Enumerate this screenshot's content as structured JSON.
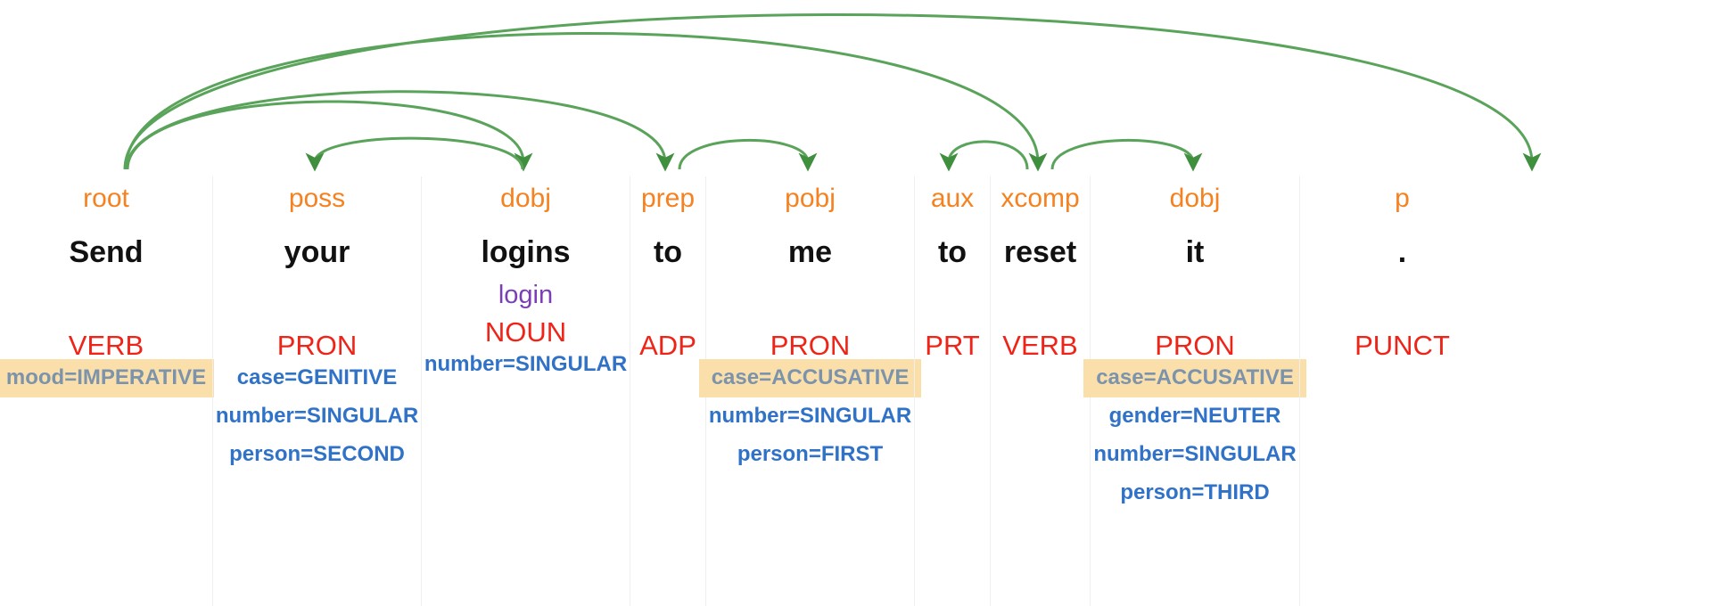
{
  "visualization": {
    "type": "dependency-parse-tree",
    "sentence": "Send your logins to me to reset it .",
    "colors": {
      "dependency_label": "#f58220",
      "word": "#111111",
      "lemma": "#7a3fb5",
      "pos_tag": "#ef2418",
      "feature": "#2f72c7",
      "feature_highlight_bg": "#fbdfab",
      "feature_highlight_text": "#7b93ab",
      "arc": "#5aa35a",
      "column_divider": "#efefef"
    }
  },
  "tokens": [
    {
      "index": 0,
      "dep": "root",
      "word": "Send",
      "lemma": "",
      "pos": "VERB",
      "features": [
        {
          "text": "mood=IMPERATIVE",
          "highlighted": true
        }
      ]
    },
    {
      "index": 1,
      "dep": "poss",
      "word": "your",
      "lemma": "",
      "pos": "PRON",
      "features": [
        {
          "text": "case=GENITIVE",
          "highlighted": false
        },
        {
          "text": "number=SINGULAR",
          "highlighted": false
        },
        {
          "text": "person=SECOND",
          "highlighted": false
        }
      ]
    },
    {
      "index": 2,
      "dep": "dobj",
      "word": "logins",
      "lemma": "login",
      "pos": "NOUN",
      "features": [
        {
          "text": "number=SINGULAR",
          "highlighted": false
        }
      ]
    },
    {
      "index": 3,
      "dep": "prep",
      "word": "to",
      "lemma": "",
      "pos": "ADP",
      "features": []
    },
    {
      "index": 4,
      "dep": "pobj",
      "word": "me",
      "lemma": "",
      "pos": "PRON",
      "features": [
        {
          "text": "case=ACCUSATIVE",
          "highlighted": true
        },
        {
          "text": "number=SINGULAR",
          "highlighted": false
        },
        {
          "text": "person=FIRST",
          "highlighted": false
        }
      ]
    },
    {
      "index": 5,
      "dep": "aux",
      "word": "to",
      "lemma": "",
      "pos": "PRT",
      "features": []
    },
    {
      "index": 6,
      "dep": "xcomp",
      "word": "reset",
      "lemma": "",
      "pos": "VERB",
      "features": []
    },
    {
      "index": 7,
      "dep": "dobj",
      "word": "it",
      "lemma": "",
      "pos": "PRON",
      "features": [
        {
          "text": "case=ACCUSATIVE",
          "highlighted": true
        },
        {
          "text": "gender=NEUTER",
          "highlighted": false
        },
        {
          "text": "number=SINGULAR",
          "highlighted": false
        },
        {
          "text": "person=THIRD",
          "highlighted": false
        }
      ]
    },
    {
      "index": 8,
      "dep": "p",
      "word": ".",
      "lemma": "",
      "pos": "PUNCT",
      "features": []
    }
  ],
  "arcs": [
    {
      "label": "poss",
      "head": 2,
      "dependent": 1,
      "direction": "left"
    },
    {
      "label": "dobj",
      "head": 0,
      "dependent": 2,
      "direction": "right"
    },
    {
      "label": "prep",
      "head": 0,
      "dependent": 3,
      "direction": "right"
    },
    {
      "label": "pobj",
      "head": 3,
      "dependent": 4,
      "direction": "right"
    },
    {
      "label": "aux",
      "head": 6,
      "dependent": 5,
      "direction": "left"
    },
    {
      "label": "xcomp",
      "head": 0,
      "dependent": 6,
      "direction": "right"
    },
    {
      "label": "dobj",
      "head": 6,
      "dependent": 7,
      "direction": "right"
    },
    {
      "label": "p",
      "head": 0,
      "dependent": 8,
      "direction": "right"
    }
  ]
}
